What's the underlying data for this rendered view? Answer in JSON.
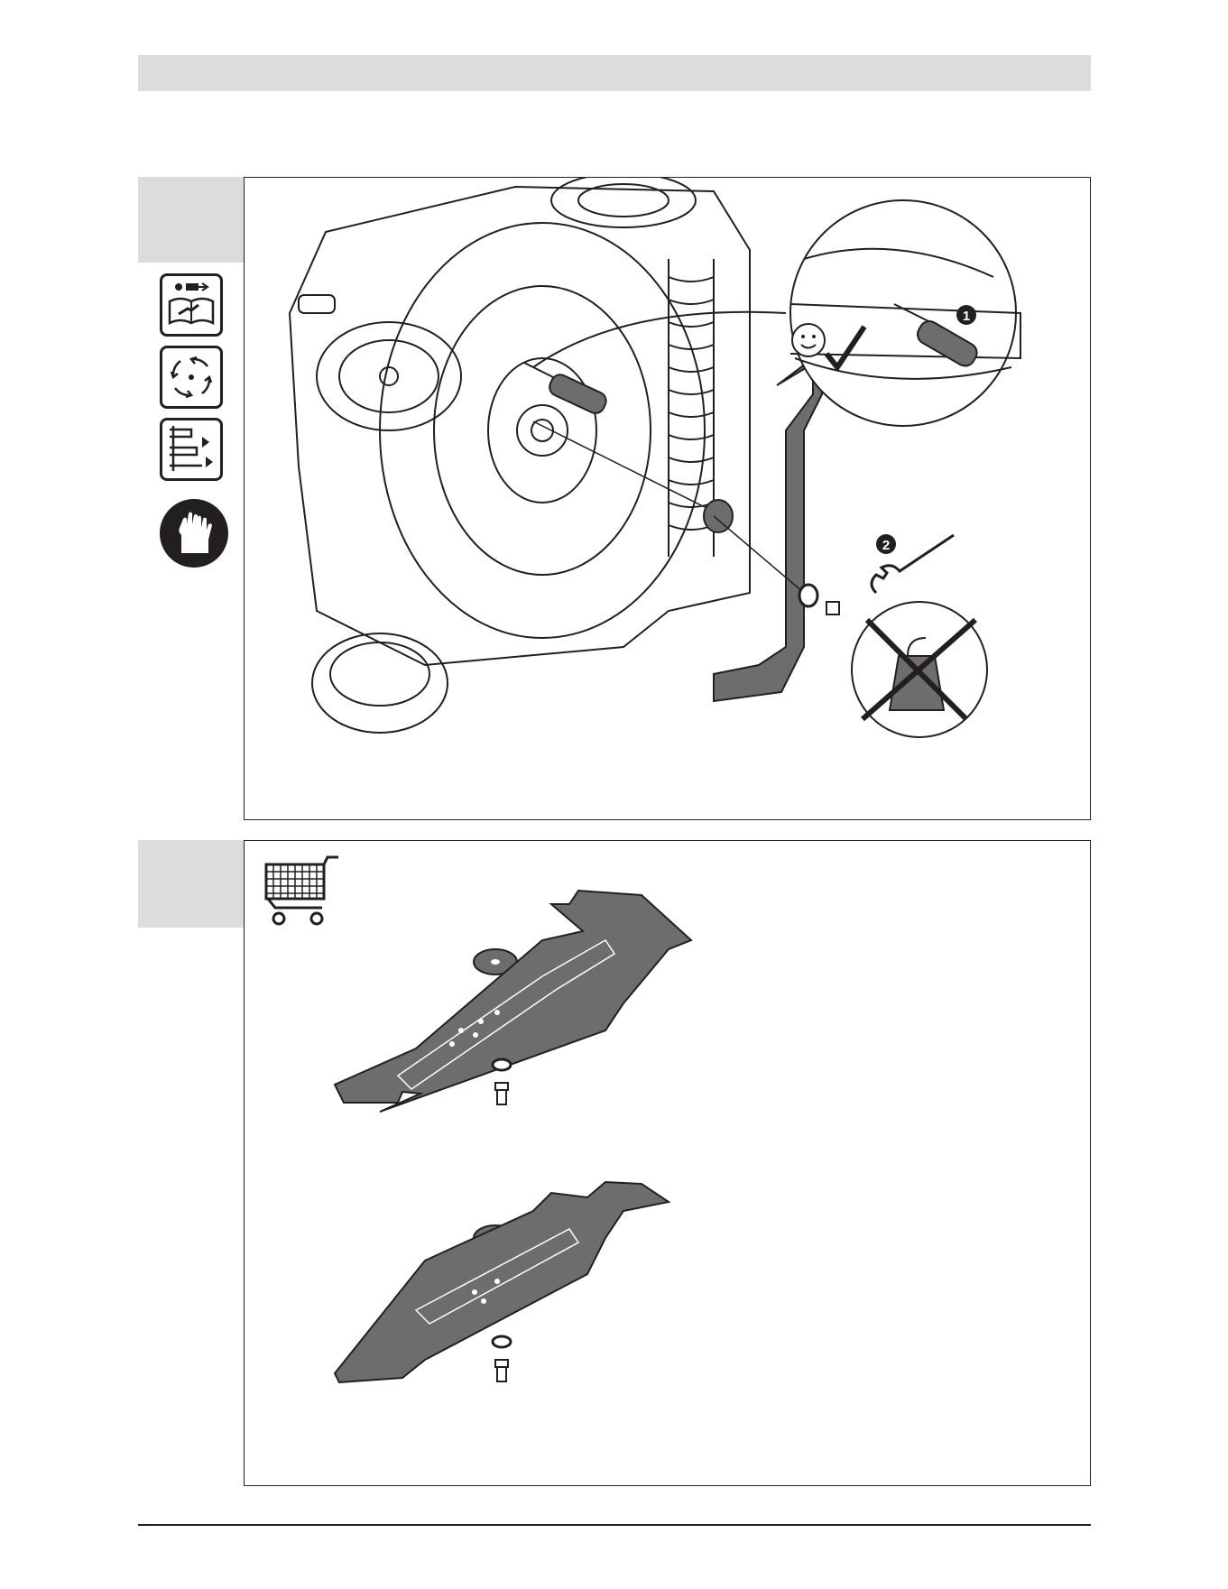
{
  "document": {
    "header_text": "",
    "sections": [
      {
        "id": "blade-removal",
        "figure_labels": [
          "1",
          "2"
        ],
        "side_icons": [
          "disconnect-and-read-manual-icon",
          "blade-rotation-icon",
          "cutting-height-icon",
          "wear-gloves-icon"
        ]
      },
      {
        "id": "spare-parts",
        "icon": "shopping-cart-icon",
        "parts": [
          "blade-type-a",
          "blade-type-b"
        ]
      }
    ],
    "colors": {
      "line": "#231f20",
      "tab_gray": "#dcdcdc",
      "blade_gray": "#6d6d6d"
    }
  }
}
